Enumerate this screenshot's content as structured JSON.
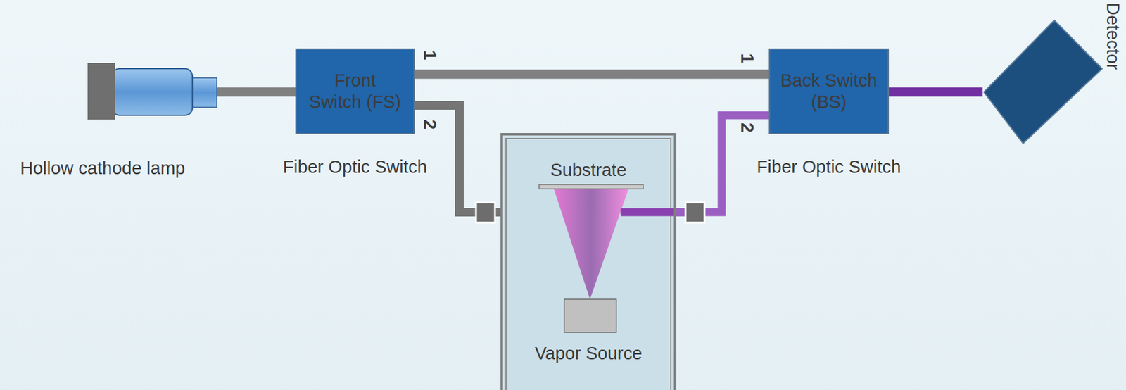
{
  "diagram": {
    "nodes": [
      {
        "text": [
          "Hollow cathode lamp"
        ]
      },
      {
        "text": [
          "Front Switch (FS)",
          "Fiber Optic Switch"
        ]
      },
      {
        "text": [
          "Substrate",
          "Vapor Source"
        ]
      },
      {
        "text": [
          "Back Switch (BS)",
          "Fiber Optic Switch"
        ]
      },
      {
        "text": [
          "Detector"
        ]
      }
    ],
    "edges": [
      {
        "from": 0,
        "to": 1,
        "arrow": "none"
      },
      {
        "from": 1,
        "to": 3,
        "arrow": "none"
      },
      {
        "from": 1,
        "to": 2,
        "arrow": "none"
      },
      {
        "from": 2,
        "to": 3,
        "arrow": "none"
      },
      {
        "from": 3,
        "to": 4,
        "arrow": "none"
      }
    ],
    "labels": [
      "1",
      "2",
      "1",
      "2"
    ]
  }
}
